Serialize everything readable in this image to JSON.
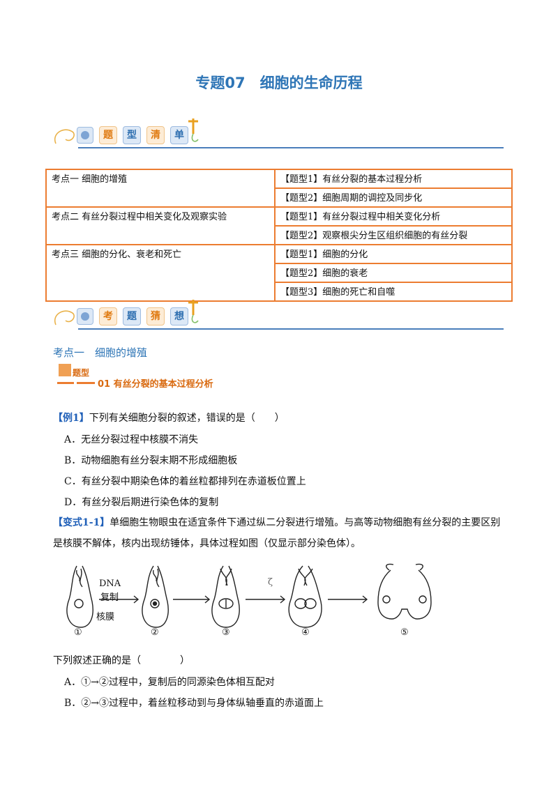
{
  "title": "专题07　细胞的生命历程",
  "banner1": {
    "chars": [
      "题",
      "型",
      "清",
      "单"
    ]
  },
  "banner2": {
    "chars": [
      "考",
      "题",
      "猜",
      "想"
    ]
  },
  "topics": [
    {
      "name": "考点一  细胞的增殖",
      "types": [
        "【题型1】有丝分裂的基本过程分析",
        "【题型2】细胞周期的调控及同步化"
      ]
    },
    {
      "name": "考点二  有丝分裂过程中相关变化及观察实验",
      "types": [
        "【题型1】有丝分裂过程中相关变化分析",
        "【题型2】观察根尖分生区组织细胞的有丝分裂"
      ]
    },
    {
      "name": "考点三  细胞的分化、衰老和死亡",
      "types": [
        "【题型1】细胞的分化",
        "【题型2】细胞的衰老",
        "【题型3】细胞的死亡和自噬"
      ]
    }
  ],
  "section1": "考点一　细胞的增殖",
  "tixing": {
    "label": "题型",
    "title": "01 有丝分裂的基本过程分析"
  },
  "example1": {
    "tag": "【例1】",
    "question": "下列有关细胞分裂的叙述，错误的是（　　）",
    "options": [
      "A．无丝分裂过程中核膜不消失",
      "B．动物细胞有丝分裂末期不形成细胞板",
      "C．有丝分裂中期染色体的着丝粒都排列在赤道板位置上",
      "D．有丝分裂后期进行染色体的复制"
    ]
  },
  "variant1": {
    "tag": "【变式1-1】",
    "line1": "单细胞生物眼虫在适宜条件下通过纵二分裂进行增殖。与高等动物细胞有丝分裂的主要区别",
    "line2": "是核膜不解体，核内出现纺锤体，具体过程如图（仅显示部分染色体）。"
  },
  "diagram": {
    "arrow_label_1": "DNA",
    "arrow_label_2": "复制",
    "nucleus_label": "核膜",
    "stage_labels": [
      "①",
      "②",
      "③",
      "④",
      "⑤"
    ],
    "mark": "ζ"
  },
  "question2": {
    "stem": "下列叙述正确的是（　　　　）",
    "options": [
      "A．①→②过程中，复制后的同源染色体相互配对",
      "B．②→③过程中，着丝粒移动到与身体纵轴垂直的赤道面上"
    ]
  }
}
